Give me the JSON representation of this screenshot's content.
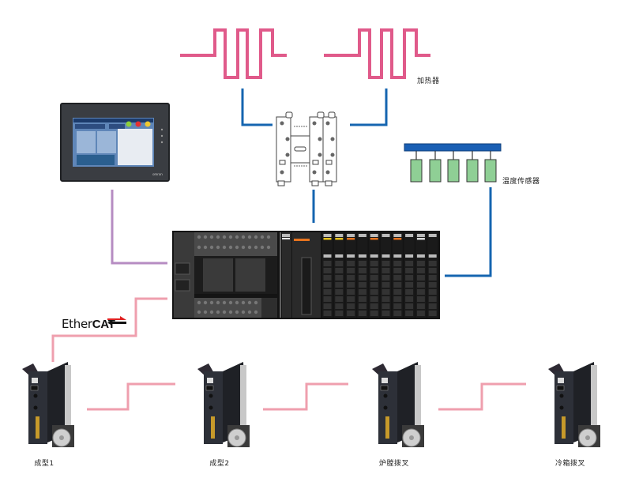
{
  "diagram": {
    "title": "EtherCAT control system topology",
    "labels": {
      "heater": "加热器",
      "temp_sensor": "温度传感器",
      "ethercat_prefix": "Ether",
      "ethercat_suffix": "CAT",
      "hmi_brand": "omron"
    },
    "servos": [
      {
        "label": "成型1"
      },
      {
        "label": "成型2"
      },
      {
        "label": "炉膛拨叉"
      },
      {
        "label": "冷箱拨叉"
      }
    ],
    "colors": {
      "heater_line": "#e05a8a",
      "signal_line": "#1565b0",
      "hmi_line": "#b68cc2",
      "ethercat_line": "#ef9fae",
      "sensor_bus": "#1a5fb4",
      "sensor_body": "#8fcf95",
      "plc_body": "#2b2b2b",
      "led_orange": "#e8741f",
      "led_yellow": "#e8c21f"
    },
    "devices": {
      "hmi": "HMI touch panel",
      "ssr": "Solid state relay",
      "plc": "Machine controller with I/O units",
      "servo": "Servo drive with motor"
    }
  }
}
